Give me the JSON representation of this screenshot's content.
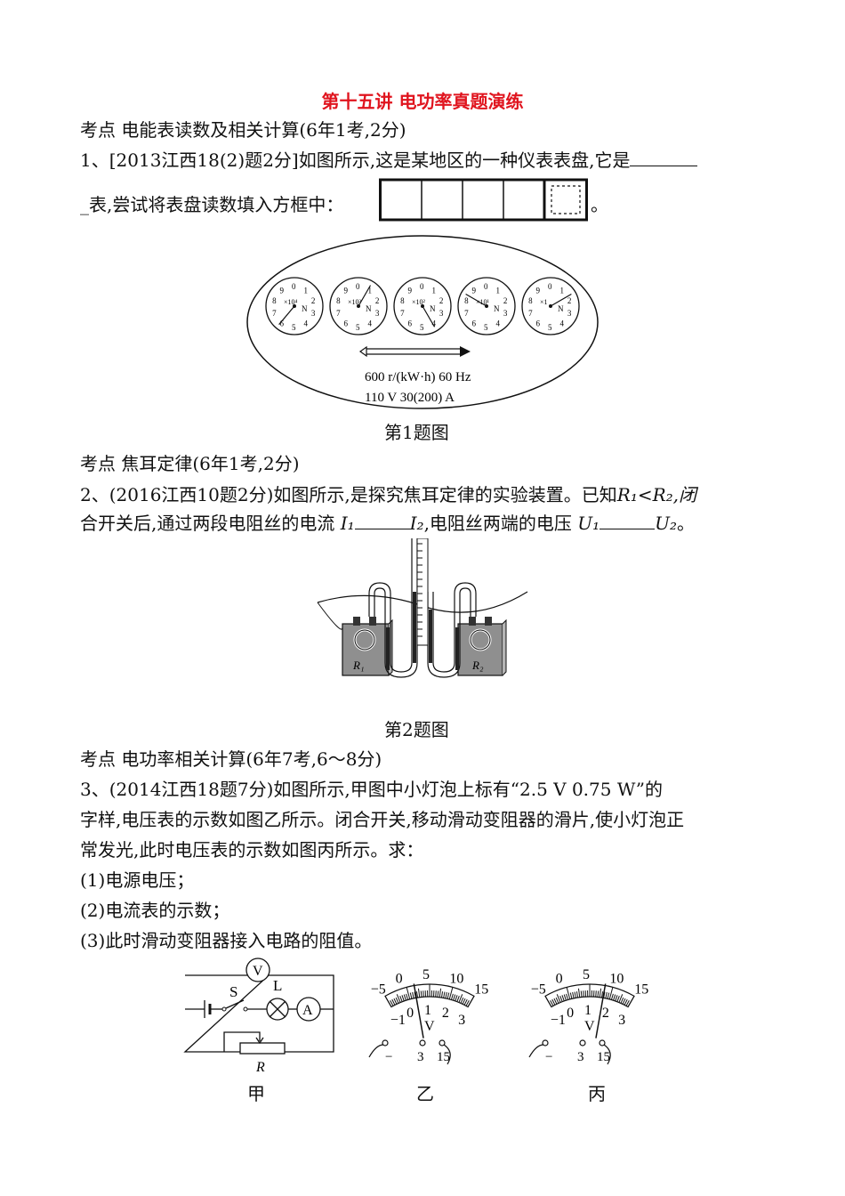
{
  "title": "第十五讲  电功率真题演练",
  "section1": {
    "heading": "考点  电能表读数及相关计算(6年1考,2分)"
  },
  "q1": {
    "line1": "1、[2013江西18(2)题2分]如图所示,这是某地区的一种仪表表盘,它是",
    "line2": "_表,尝试将表盘读数填入方框中：",
    "end": "。",
    "meter_text1": "600 r/(kW·h) 60 Hz",
    "meter_text2": "110 V 30(200) A",
    "dial_labels": [
      "×10⁴",
      "×10³",
      "×10²",
      "×10¹",
      "×1"
    ],
    "dial_letter": "N",
    "caption": "第1题图"
  },
  "section2": {
    "heading": "考点  焦耳定律(6年1考,2分)"
  },
  "q2": {
    "line1": "2、(2016江西10题2分)如图所示,是探究焦耳定律的实验装置。已知",
    "r_rel": "R₁<R₂,闭",
    "line2a": "合开关后,通过两段电阻丝的电流",
    "i1": "I₁",
    "i2": "I₂",
    "line2b": ",电阻丝两端的电压",
    "u1": "U₁",
    "u2": "U₂",
    "end": "。",
    "label_r1": "R₁",
    "label_r2": "R₂",
    "caption": "第2题图"
  },
  "section3": {
    "heading": "考点  电功率相关计算(6年7考,6～8分)"
  },
  "q3": {
    "line1": "3、(2014江西18题7分)如图所示,甲图中小灯泡上标有“2.5 V   0.75 W”的",
    "line2": "字样,电压表的示数如图乙所示。闭合开关,移动滑动变阻器的滑片,使小灯泡正",
    "line3": "常发光,此时电压表的示数如图丙所示。求：",
    "sub1": "(1)电源电压；",
    "sub2": "(2)电流表的示数；",
    "sub3": "(3)此时滑动变阻器接入电路的阻值。",
    "circuit_labels": {
      "v": "V",
      "a": "A",
      "s": "S",
      "l": "L",
      "r": "R"
    },
    "upper_scale": [
      "−5",
      "0",
      "5",
      "10",
      "15"
    ],
    "lower_scale": [
      "−1",
      "0",
      "1",
      "2",
      "3"
    ],
    "meter_letter": "V",
    "terminals": [
      "−",
      "3",
      "15"
    ],
    "fig_labels": [
      "甲",
      "乙",
      "丙"
    ]
  }
}
